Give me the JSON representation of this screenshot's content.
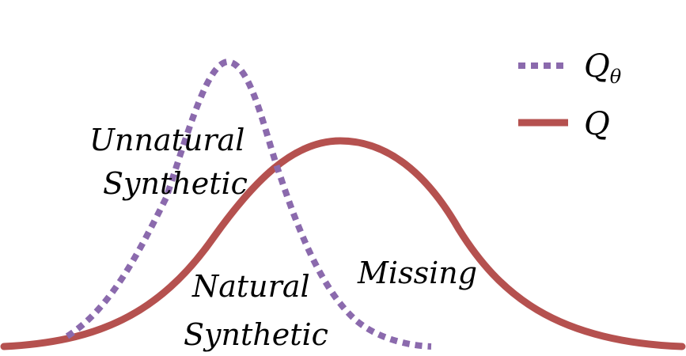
{
  "legend": {
    "q_theta": {
      "symbol": "Q",
      "subscript": "θ",
      "style": "dotted"
    },
    "q": {
      "symbol": "Q",
      "style": "solid"
    }
  },
  "regions": {
    "unnatural_line1": "Unnatural",
    "unnatural_line2": "Synthetic",
    "natural_line1": "Natural",
    "natural_line2": "Synthetic",
    "missing": "Missing"
  },
  "colors": {
    "q_theta": "#8b6aad",
    "q": "#b5514f",
    "text": "#000000",
    "background": "#ffffff"
  }
}
